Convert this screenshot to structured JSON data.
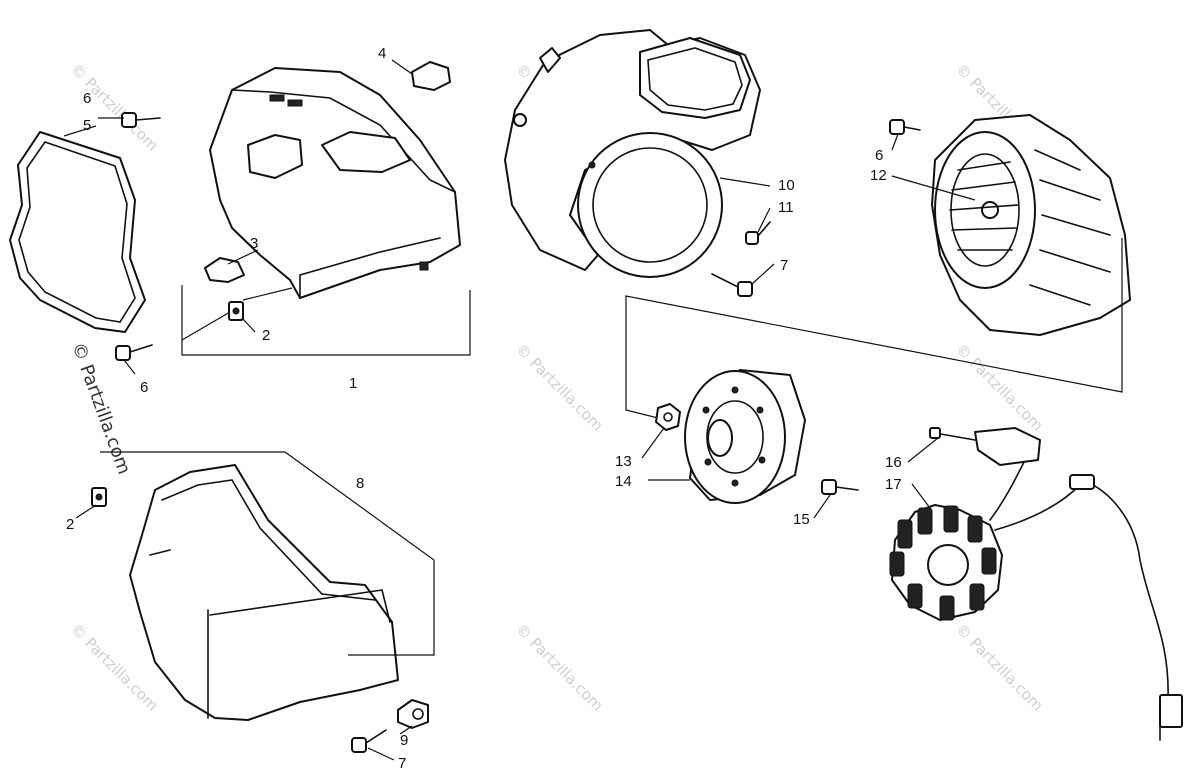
{
  "diagram": {
    "callouts": [
      {
        "id": "c1",
        "label": "1"
      },
      {
        "id": "c2a",
        "label": "2"
      },
      {
        "id": "c2b",
        "label": "2"
      },
      {
        "id": "c3",
        "label": "3"
      },
      {
        "id": "c4",
        "label": "4"
      },
      {
        "id": "c5",
        "label": "5"
      },
      {
        "id": "c6a",
        "label": "6"
      },
      {
        "id": "c6b",
        "label": "6"
      },
      {
        "id": "c6c",
        "label": "6"
      },
      {
        "id": "c7a",
        "label": "7"
      },
      {
        "id": "c7b",
        "label": "7"
      },
      {
        "id": "c8",
        "label": "8"
      },
      {
        "id": "c9",
        "label": "9"
      },
      {
        "id": "c10",
        "label": "10"
      },
      {
        "id": "c11",
        "label": "11"
      },
      {
        "id": "c12",
        "label": "12"
      },
      {
        "id": "c13",
        "label": "13"
      },
      {
        "id": "c14",
        "label": "14"
      },
      {
        "id": "c15",
        "label": "15"
      },
      {
        "id": "c16",
        "label": "16"
      },
      {
        "id": "c17",
        "label": "17"
      }
    ],
    "watermark": "© Partzilla.com",
    "side_watermark": "© Partzilla.com"
  }
}
